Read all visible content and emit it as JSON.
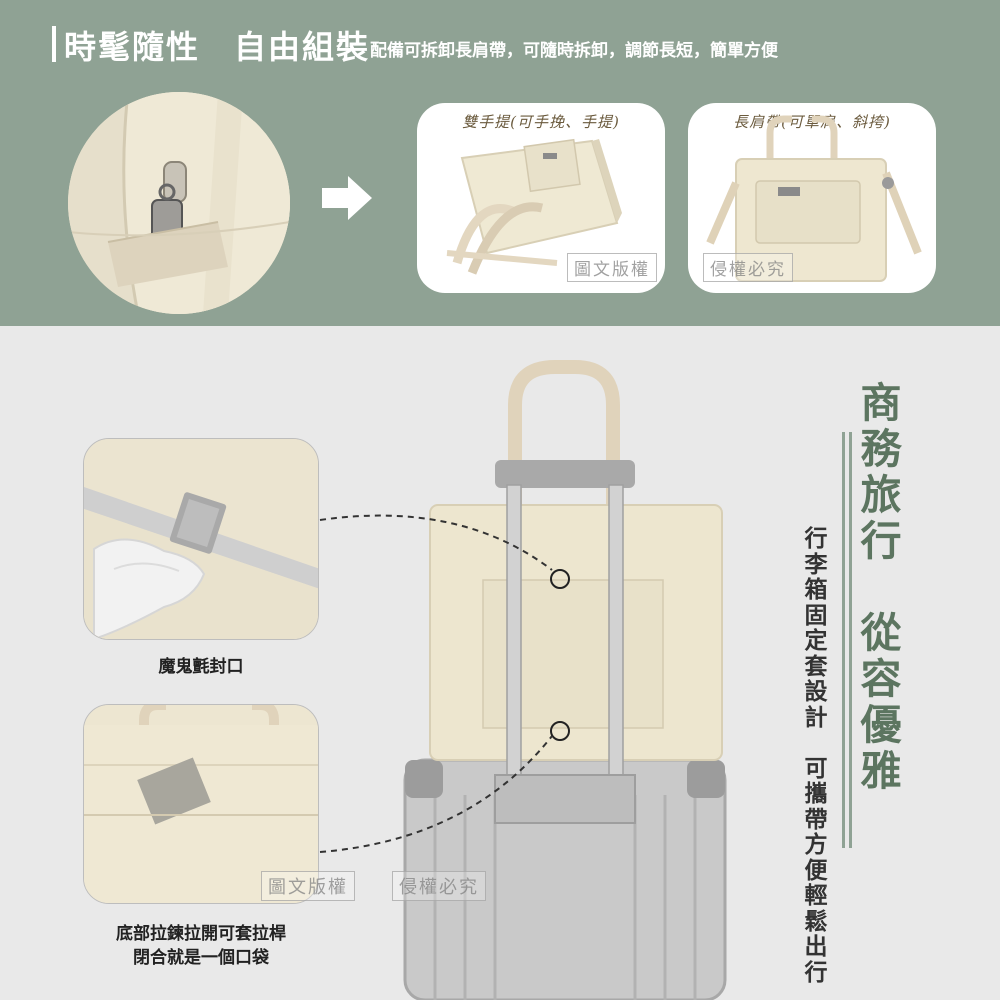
{
  "header": {
    "title": "時髦隨性　自由組裝",
    "subtitle": "配備可拆卸長肩帶，可隨時拆卸，調節長短，簡單方便"
  },
  "cards": {
    "handheld_caption": "雙手提(可手挽、手提)",
    "shoulder_caption": "長肩帶(可單肩、斜挎)"
  },
  "watermarks": {
    "part1": "圖文版權",
    "part2": "侵權必究"
  },
  "details": {
    "velcro_label": "魔鬼氈封口",
    "pocket_label_line1": "底部拉鍊拉開可套拉桿",
    "pocket_label_line2": "閉合就是一個口袋"
  },
  "side_text": {
    "headline": "商務旅行　從容優雅",
    "tagline": "行李箱固定套設計　可攜帶方便輕鬆出行"
  },
  "colors": {
    "band_green": "#8fa294",
    "headline_green": "#5c7560",
    "bag_beige": "#ede6cf",
    "strap_beige": "#e0d3bb",
    "suitcase_silver": "#c9c9c9"
  }
}
